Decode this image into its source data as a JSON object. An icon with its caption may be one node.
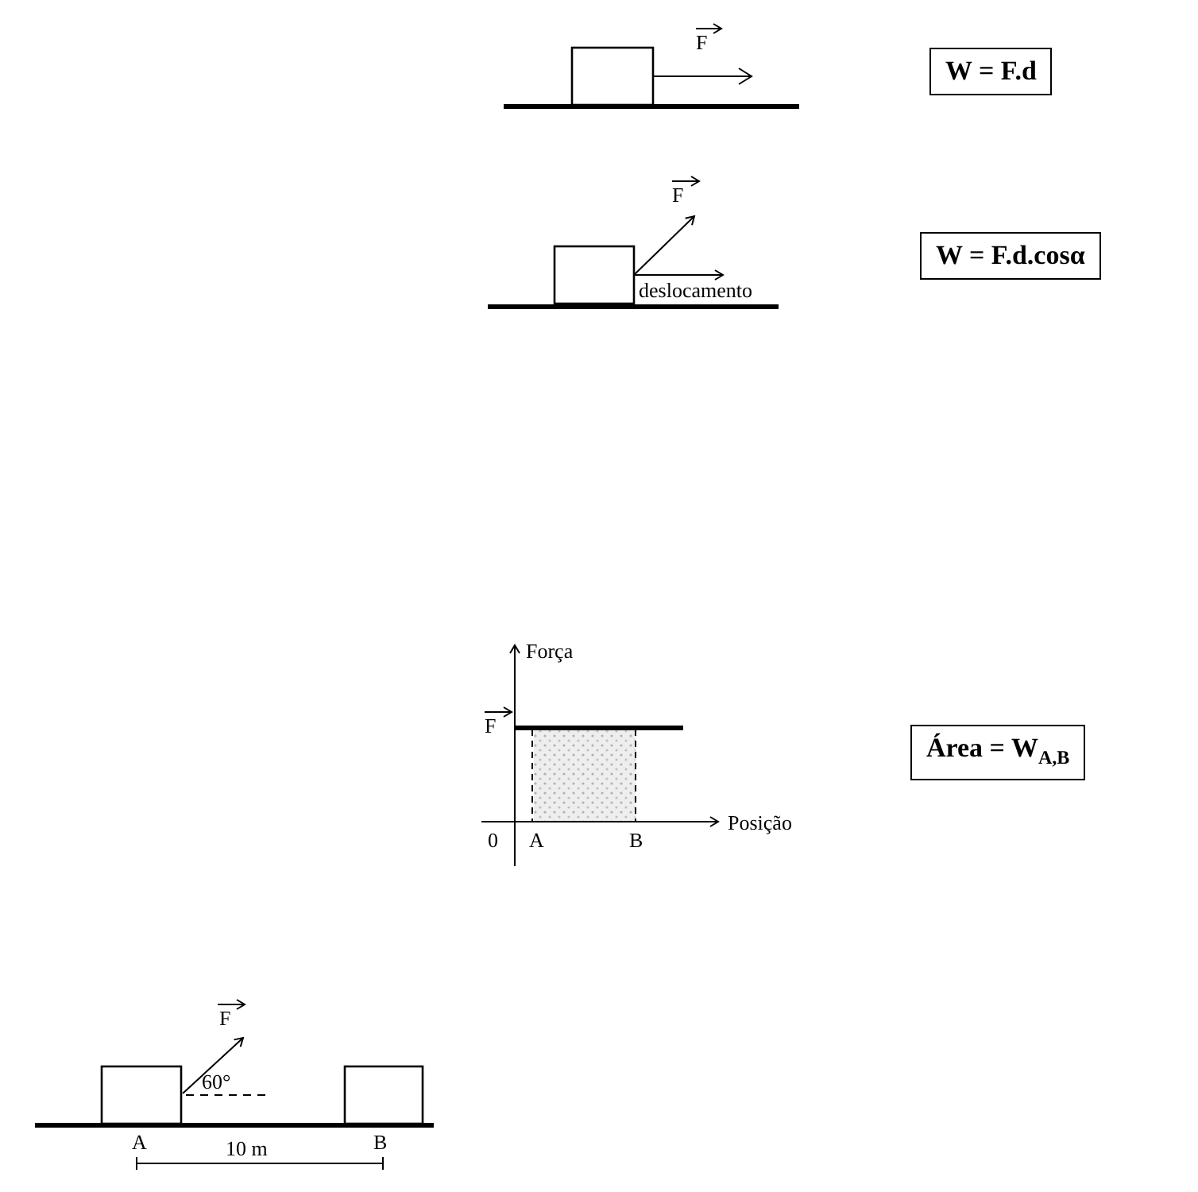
{
  "diagram": {
    "nodes": [
      {
        "text": [
          "W = F.d"
        ]
      },
      {
        "text": [
          "W = F.d.cosα"
        ]
      },
      {
        "text": [
          "Área = W$_{A,B}$"
        ]
      }
    ],
    "edges": [],
    "labels": [
      "F",
      "F",
      "deslocamento",
      "Força",
      "F",
      "0",
      "A",
      "B",
      "Posição",
      "F",
      "60°",
      "A",
      "10 m",
      "B"
    ]
  }
}
